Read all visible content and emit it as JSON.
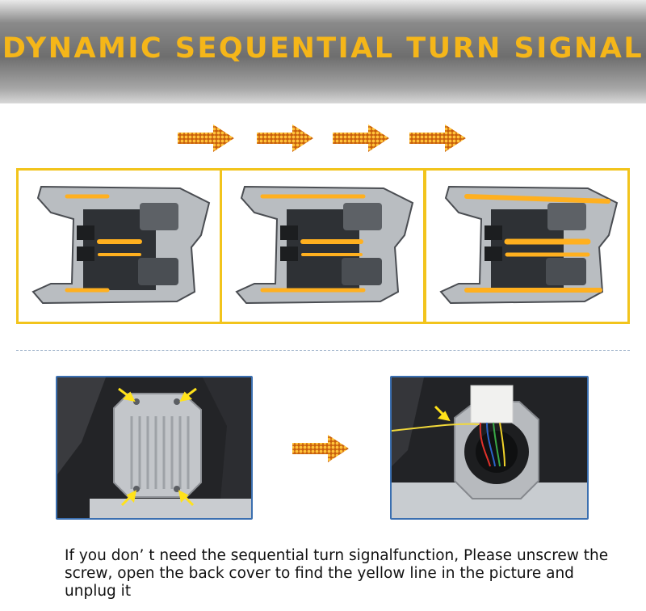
{
  "header": {
    "title": "DYNAMIC SEQUENTIAL TURN SIGNAL"
  },
  "colors": {
    "accent_yellow": "#f5b619",
    "amber": "#f29a16",
    "frame_blue": "#3b6fb0"
  },
  "icons": [
    "arrow-right-icon",
    "headlight-image",
    "controller-photo",
    "callout-arrow-icon"
  ],
  "caption": "If you don’ t need the sequential turn signalfunction, Please unscrew the screw, open the back cover to find the yellow line in the picture and unplug it"
}
